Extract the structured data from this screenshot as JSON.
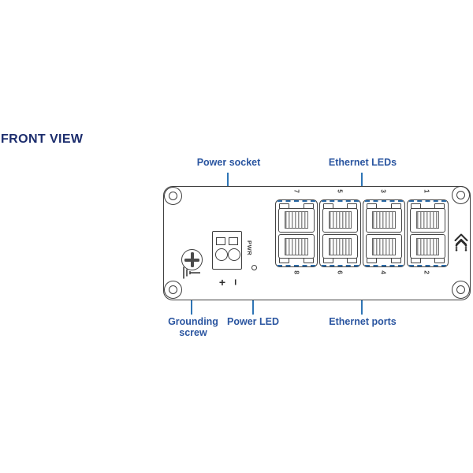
{
  "title": "FRONT VIEW",
  "callouts": {
    "power_socket": "Power socket",
    "ethernet_leds": "Ethernet LEDs",
    "grounding_screw": "Grounding screw",
    "power_led": "Power LED",
    "ethernet_ports": "Ethernet ports"
  },
  "device": {
    "pwr_label": "PWR",
    "polarity": {
      "plus": "+",
      "minus": "−"
    },
    "port_numbers_top": [
      "7",
      "5",
      "3",
      "1"
    ],
    "port_numbers_bottom": [
      "8",
      "6",
      "4",
      "2"
    ]
  },
  "colors": {
    "title_navy": "#1c2d6d",
    "label_blue": "#2a55a0",
    "callout_line_blue": "#2e75b6",
    "led_dash_blue": "#2d6ca8",
    "outline_gray": "#3f3f3f"
  }
}
